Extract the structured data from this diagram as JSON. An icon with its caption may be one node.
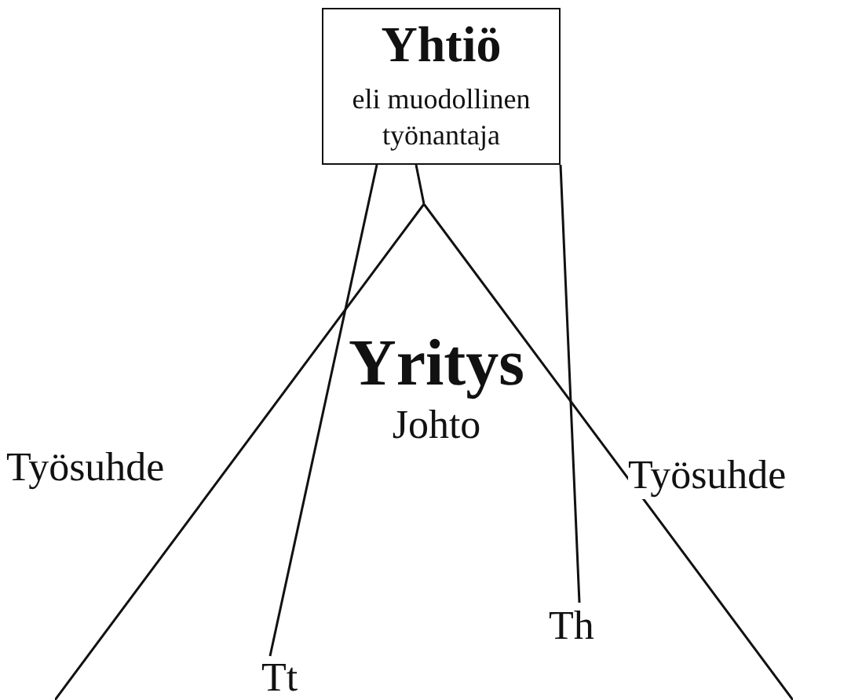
{
  "diagram": {
    "nodes": [
      {
        "text": [
          "Yhtiö",
          "eli muodollinen työnantaja"
        ]
      },
      {
        "text": [
          "Yritys",
          "Johto"
        ]
      },
      {
        "text": [
          "Tt"
        ],
        "in": 1
      },
      {
        "text": [
          "Th"
        ],
        "in": 1
      }
    ],
    "edges": [
      {
        "from": 0,
        "to": 1,
        "arrow": "none"
      },
      {
        "from": 0,
        "to": 2,
        "arrow": "none"
      },
      {
        "from": 0,
        "to": 3,
        "arrow": "none"
      }
    ],
    "labels": [
      "Työsuhde",
      "Työsuhde"
    ]
  }
}
